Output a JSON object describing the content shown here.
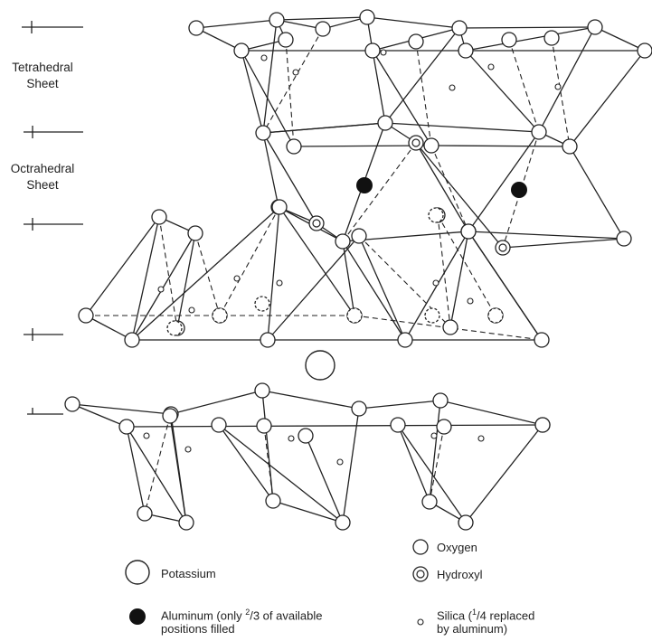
{
  "layer_labels": {
    "tetrahedral": [
      "Tetrahedral",
      "Sheet"
    ],
    "octahedral": [
      "Octrahedral",
      "Sheet"
    ]
  },
  "legend": {
    "potassium": "Potassium",
    "oxygen": "Oxygen",
    "hydroxyl": "Hydroxyl",
    "aluminum_line1_pre": "Aluminum (only ",
    "aluminum_frac_num": "2",
    "aluminum_line1_post": "/3 of available",
    "aluminum_line2": "positions filled",
    "silica_line1_pre": "Silica (",
    "silica_frac_num": "1",
    "silica_line1_post": "/4 replaced",
    "silica_line2": "by aluminum)"
  },
  "symbols": {
    "oxygen": "oxygen-circle",
    "hydroxyl": "hydroxyl-double-circle",
    "aluminum": "aluminum-filled-dot",
    "silica": "silica-small-circle",
    "potassium": "potassium-large-circle"
  },
  "colors": {
    "line": "#222222",
    "background": "#ffffff"
  }
}
